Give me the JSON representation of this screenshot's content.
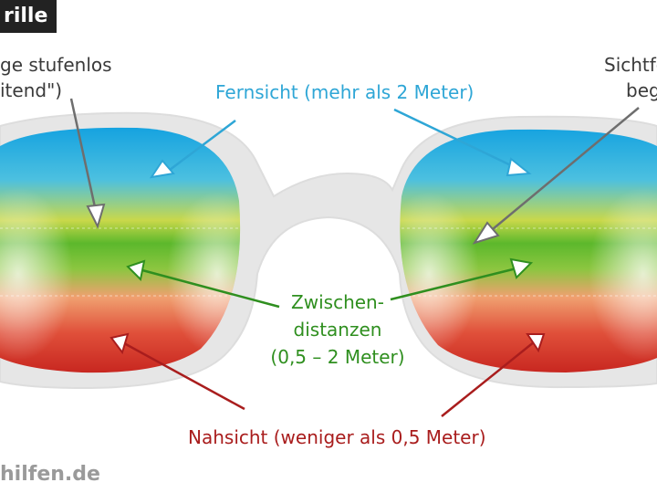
{
  "title": "rille",
  "annotations": {
    "left_top_line1": "ge stufenlos",
    "left_top_line2": "itend\")",
    "right_top_line1": "Sichtfe",
    "right_top_line2": "beg",
    "far": "Fernsicht (mehr als 2 Meter)",
    "mid_line1": "Zwischen-",
    "mid_line2": "distanzen",
    "mid_line3": "(0,5 – 2 Meter)",
    "near": "Nahsicht (weniger als 0,5 Meter)"
  },
  "footer": "hilfen.de",
  "colors": {
    "far": "#2ea6d6",
    "mid": "#2f8f1f",
    "near": "#a91d1d",
    "annotation": "#3a3a3a",
    "frame": "#e6e6e6"
  }
}
